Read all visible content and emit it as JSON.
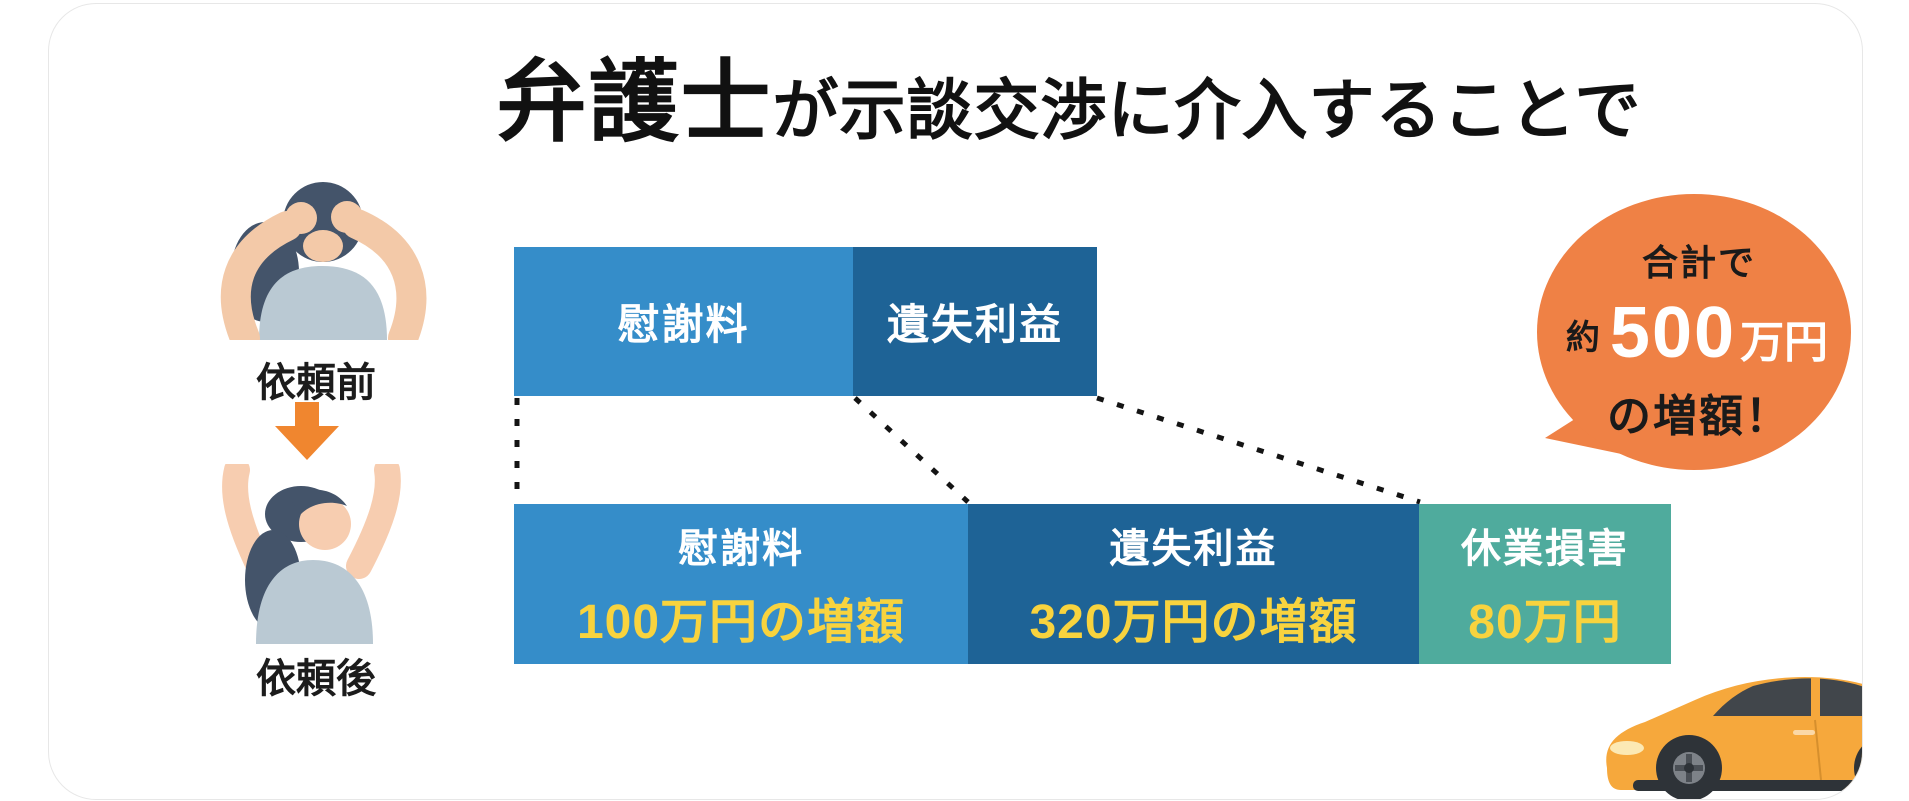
{
  "title": {
    "emphasis": "弁護士",
    "rest": "が示談交渉に介入することで"
  },
  "timeline": {
    "before_label": "依頼前",
    "after_label": "依頼後",
    "before_icon": "distressed-person",
    "after_icon": "celebrating-person",
    "arrow_icon": "down-arrow"
  },
  "bar_before": {
    "segments": [
      {
        "label": "慰謝料"
      },
      {
        "label": "遺失利益"
      }
    ]
  },
  "bar_after": {
    "segments": [
      {
        "label": "慰謝料",
        "amount": "100万円の増額"
      },
      {
        "label": "遺失利益",
        "amount": "320万円の増額"
      },
      {
        "label": "休業損害",
        "amount": "80万円"
      }
    ]
  },
  "bubble": {
    "prefix": "合計で",
    "approx": "約",
    "value": "500",
    "unit": "万円",
    "suffix": "の増額！"
  },
  "colors": {
    "light_blue": "#358dc9",
    "dark_blue": "#1e6396",
    "teal": "#4fab9d",
    "accent_yellow": "#f8d33e",
    "bubble_orange": "#ef8145",
    "arrow_orange": "#f0862f"
  },
  "chart_data": {
    "type": "bar",
    "orientation": "horizontal_stacked",
    "categories": [
      "依頼前",
      "依頼後"
    ],
    "before_segments": [
      "慰謝料",
      "遺失利益"
    ],
    "after_segments": [
      {
        "label": "慰謝料",
        "text": "100万円の増額",
        "increase_man_yen": 100
      },
      {
        "label": "遺失利益",
        "text": "320万円の増額",
        "increase_man_yen": 320
      },
      {
        "label": "休業損害",
        "text": "80万円",
        "value_man_yen": 80
      }
    ],
    "total_annotation": "合計で約500万円の増額！",
    "total_increase_man_yen": 500,
    "legend": "none",
    "grid": false
  }
}
